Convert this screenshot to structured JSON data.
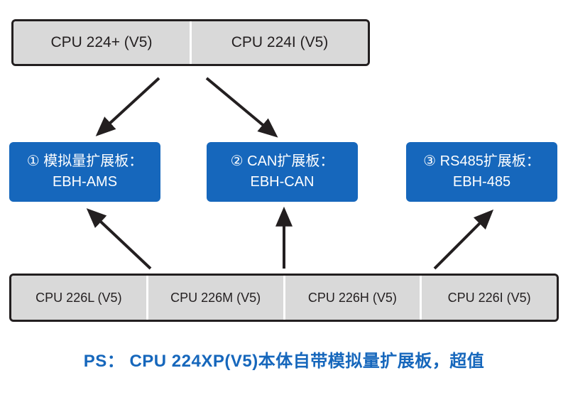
{
  "diagram": {
    "top_group": {
      "name": "cpu-top-group",
      "cells": [
        {
          "label": "CPU 224+ (V5)"
        },
        {
          "label": "CPU 224I (V5)"
        }
      ]
    },
    "boards": [
      {
        "id": "board-ams",
        "line1": "① 模拟量扩展板：",
        "line2": "EBH-AMS"
      },
      {
        "id": "board-can",
        "line1": "② CAN扩展板：",
        "line2": "EBH-CAN"
      },
      {
        "id": "board-485",
        "line1": "③ RS485扩展板：",
        "line2": "EBH-485"
      }
    ],
    "bottom_group": {
      "name": "cpu-bottom-group",
      "cells": [
        {
          "label": "CPU 226L (V5)"
        },
        {
          "label": "CPU 226M (V5)"
        },
        {
          "label": "CPU 226H (V5)"
        },
        {
          "label": "CPU 226I (V5)"
        }
      ]
    },
    "note": "PS：  CPU 224XP(V5)本体自带模拟量扩展板，超值",
    "colors": {
      "board_blue": "#1667bc",
      "cpu_gray": "#d9d9d9",
      "outline_black": "#231f20",
      "note_blue": "#1667bc",
      "arrow_black": "#231f20"
    },
    "arrows": [
      {
        "name": "arrow-224plus-to-ams",
        "from": "cpu-top-group",
        "to": "board-ams"
      },
      {
        "name": "arrow-224i-to-can",
        "from": "cpu-top-group",
        "to": "board-can"
      },
      {
        "name": "arrow-226l-to-ams",
        "from": "cpu-bottom-group",
        "to": "board-ams"
      },
      {
        "name": "arrow-226m-to-can",
        "from": "cpu-bottom-group",
        "to": "board-can"
      },
      {
        "name": "arrow-226i-to-485",
        "from": "cpu-bottom-group",
        "to": "board-485"
      }
    ]
  }
}
